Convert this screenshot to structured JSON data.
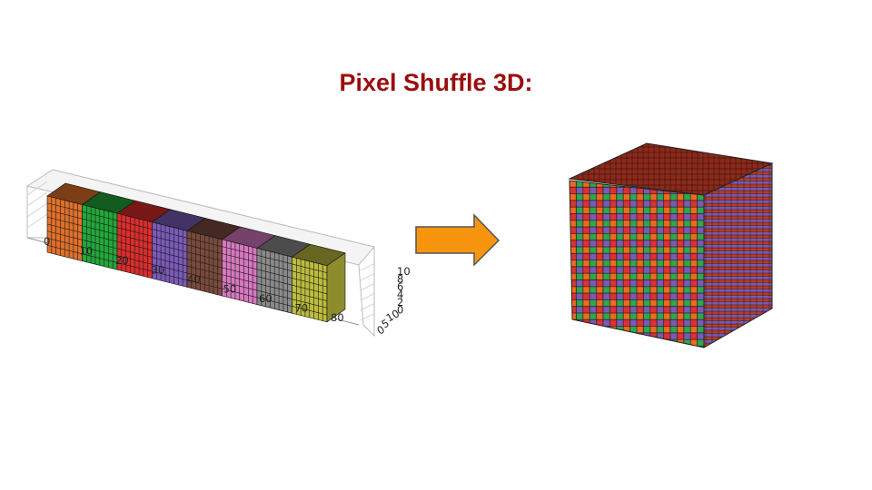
{
  "slide": {
    "title": "Pixel Shuffle 3D:",
    "title_color": "#9a0e0e"
  },
  "input_plot": {
    "x_ticks": [
      "0",
      "10",
      "20",
      "30",
      "40",
      "50",
      "60",
      "70",
      "80"
    ],
    "z_ticks": [
      "10",
      "8",
      "6",
      "4",
      "2",
      "0"
    ],
    "y_ticks": [
      "10",
      "5",
      "0"
    ],
    "block_colors": [
      "#e0702a",
      "#22a83a",
      "#dc2c2c",
      "#7a5ab8",
      "#7a4a3c",
      "#d878c0",
      "#8a8a8a",
      "#bcbc3c"
    ]
  },
  "arrow": {
    "fill": "#f7950e",
    "stroke": "#555555"
  },
  "output_cube": {
    "front_pattern_colors": [
      "#ee6a20",
      "#2ea84a",
      "#e03030",
      "#7a5ab8"
    ],
    "top_color": "#8b2a1c"
  }
}
